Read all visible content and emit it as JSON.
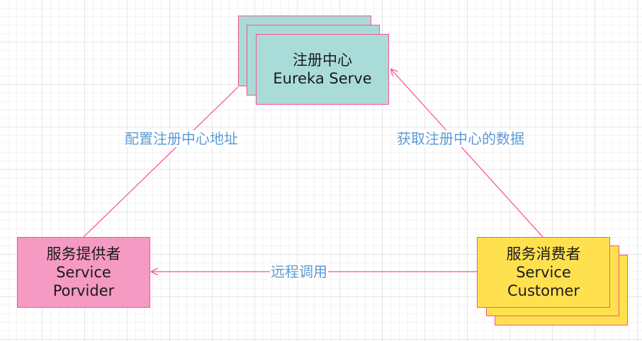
{
  "diagram": {
    "nodes": {
      "registry": {
        "line1": "注册中心",
        "line2": "Eureka Serve"
      },
      "provider": {
        "line1": "服务提供者",
        "line2": "Service",
        "line3": "Porvider"
      },
      "consumer": {
        "line1": "服务消费者",
        "line2": "Service",
        "line3": "Customer"
      }
    },
    "edges": {
      "provider_to_registry": "配置注册中心地址",
      "consumer_to_registry": "获取注册中心的数据",
      "consumer_to_provider": "远程调用"
    },
    "colors": {
      "registry_fill": "#a9dcd9",
      "provider_fill": "#f59ac2",
      "consumer_fill": "#ffe14f",
      "border": "#ff4f8f",
      "edge_line": "#ff4f8f",
      "edge_label": "#5b9bd5"
    }
  }
}
